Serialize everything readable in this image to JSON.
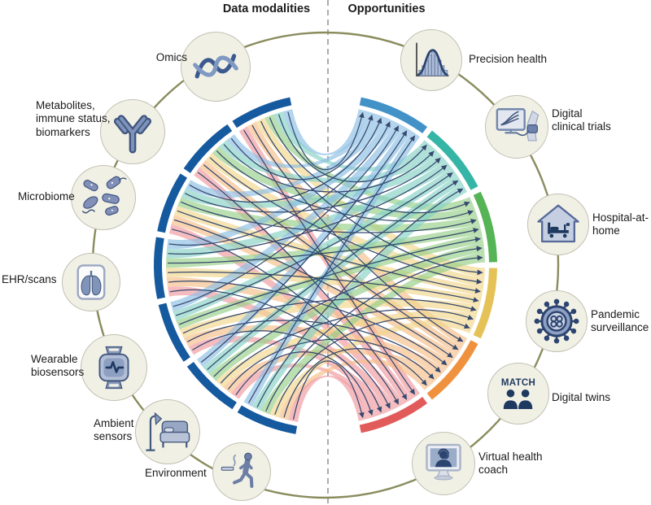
{
  "header": {
    "left": "Data modalities",
    "right": "Opportunities"
  },
  "modalities": [
    {
      "label": "Omics",
      "icon": "dna-icon"
    },
    {
      "label": "Metabolites,\nimmune status,\nbiomarkers",
      "icon": "antibody-icon"
    },
    {
      "label": "Microbiome",
      "icon": "microbes-icon"
    },
    {
      "label": "EHR/scans",
      "icon": "lungs-scan-icon"
    },
    {
      "label": "Wearable\nbiosensors",
      "icon": "smartwatch-icon"
    },
    {
      "label": "Ambient\nsensors",
      "icon": "bed-lamp-icon"
    },
    {
      "label": "Environment",
      "icon": "runner-smoke-icon"
    }
  ],
  "opportunities": [
    {
      "label": "Precision health",
      "icon": "histogram-icon"
    },
    {
      "label": "Digital\nclinical trials",
      "icon": "monitor-trials-icon"
    },
    {
      "label": "Hospital-at-\nhome",
      "icon": "house-bed-icon"
    },
    {
      "label": "Pandemic\nsurveillance",
      "icon": "virus-icon"
    },
    {
      "label": "Digital twins",
      "icon": "twins-icon",
      "badge": "MATCH"
    },
    {
      "label": "Virtual health\ncoach",
      "icon": "coach-monitor-icon"
    }
  ],
  "palette": {
    "left_arc": "#15599f",
    "right_arcs": [
      "#4292c8",
      "#35b5a6",
      "#55b455",
      "#e5c257",
      "#f0913e",
      "#e25b5b"
    ],
    "ribbons": [
      "#8cbde4",
      "#85d2c6",
      "#97cf87",
      "#f2d68c",
      "#f6bd88",
      "#f09aa0"
    ],
    "arrow": "#35486e",
    "ring": "#8a8c5e",
    "divider": "#9d9d9d",
    "node_fill": "#f1f0e5",
    "node_border": "#c2c0b2"
  }
}
